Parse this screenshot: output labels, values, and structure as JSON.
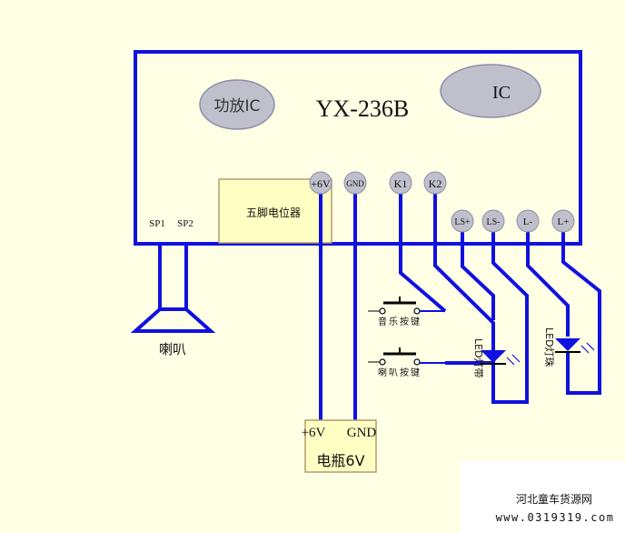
{
  "board": {
    "model": "YX-236B"
  },
  "chips": {
    "amp_ic": "功放IC",
    "ic": "IC"
  },
  "potentiometer": {
    "label": "五脚电位器"
  },
  "pins": [
    "+6V",
    "GND",
    "K1",
    "K2",
    "LS+",
    "LS-",
    "L-",
    "L+"
  ],
  "speaker_pins": [
    "SP1",
    "SP2"
  ],
  "speaker": {
    "label": "喇叭"
  },
  "buttons": {
    "music": "音乐按键",
    "horn": "喇叭按键"
  },
  "leds": {
    "led_light": "LED灯带",
    "led_lamp": "LED灯珠"
  },
  "battery": {
    "plus": "+6V",
    "gnd": "GND",
    "label": "电瓶6V"
  },
  "watermark": {
    "site": "河北童车货源网",
    "url": "www.0319319.com"
  },
  "colors": {
    "wire": "#1010e0",
    "board_fill": "#ffffe6",
    "chip_fill": "#c0c0cc",
    "box_fill": "#ffffc4",
    "box_border": "#b39b6c"
  }
}
